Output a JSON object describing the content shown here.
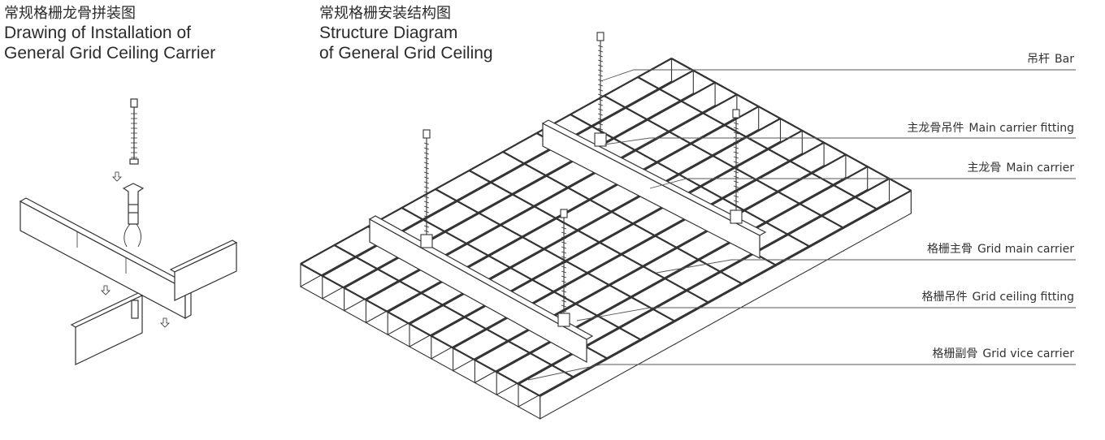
{
  "left_panel": {
    "title_zh": "常规格栅龙骨拼装图",
    "title_en_line1": "Drawing of Installation of",
    "title_en_line2": "General Grid Ceiling Carrier"
  },
  "right_panel": {
    "title_zh": "常规格栅安装结构图",
    "title_en_line1": "Structure Diagram",
    "title_en_line2": "of General Grid Ceiling"
  },
  "callouts": [
    {
      "zh": "吊杆",
      "en": "Bar"
    },
    {
      "zh": "主龙骨吊件",
      "en": "Main carrier fitting"
    },
    {
      "zh": "主龙骨",
      "en": "Main carrier"
    },
    {
      "zh": "格栅主骨",
      "en": "Grid main carrier"
    },
    {
      "zh": "格栅吊件",
      "en": "Grid ceiling fitting"
    },
    {
      "zh": "格栅副骨",
      "en": "Grid vice carrier"
    }
  ],
  "colors": {
    "line": "#333333",
    "leader": "#555555",
    "panel_fill": "#ffffff"
  }
}
